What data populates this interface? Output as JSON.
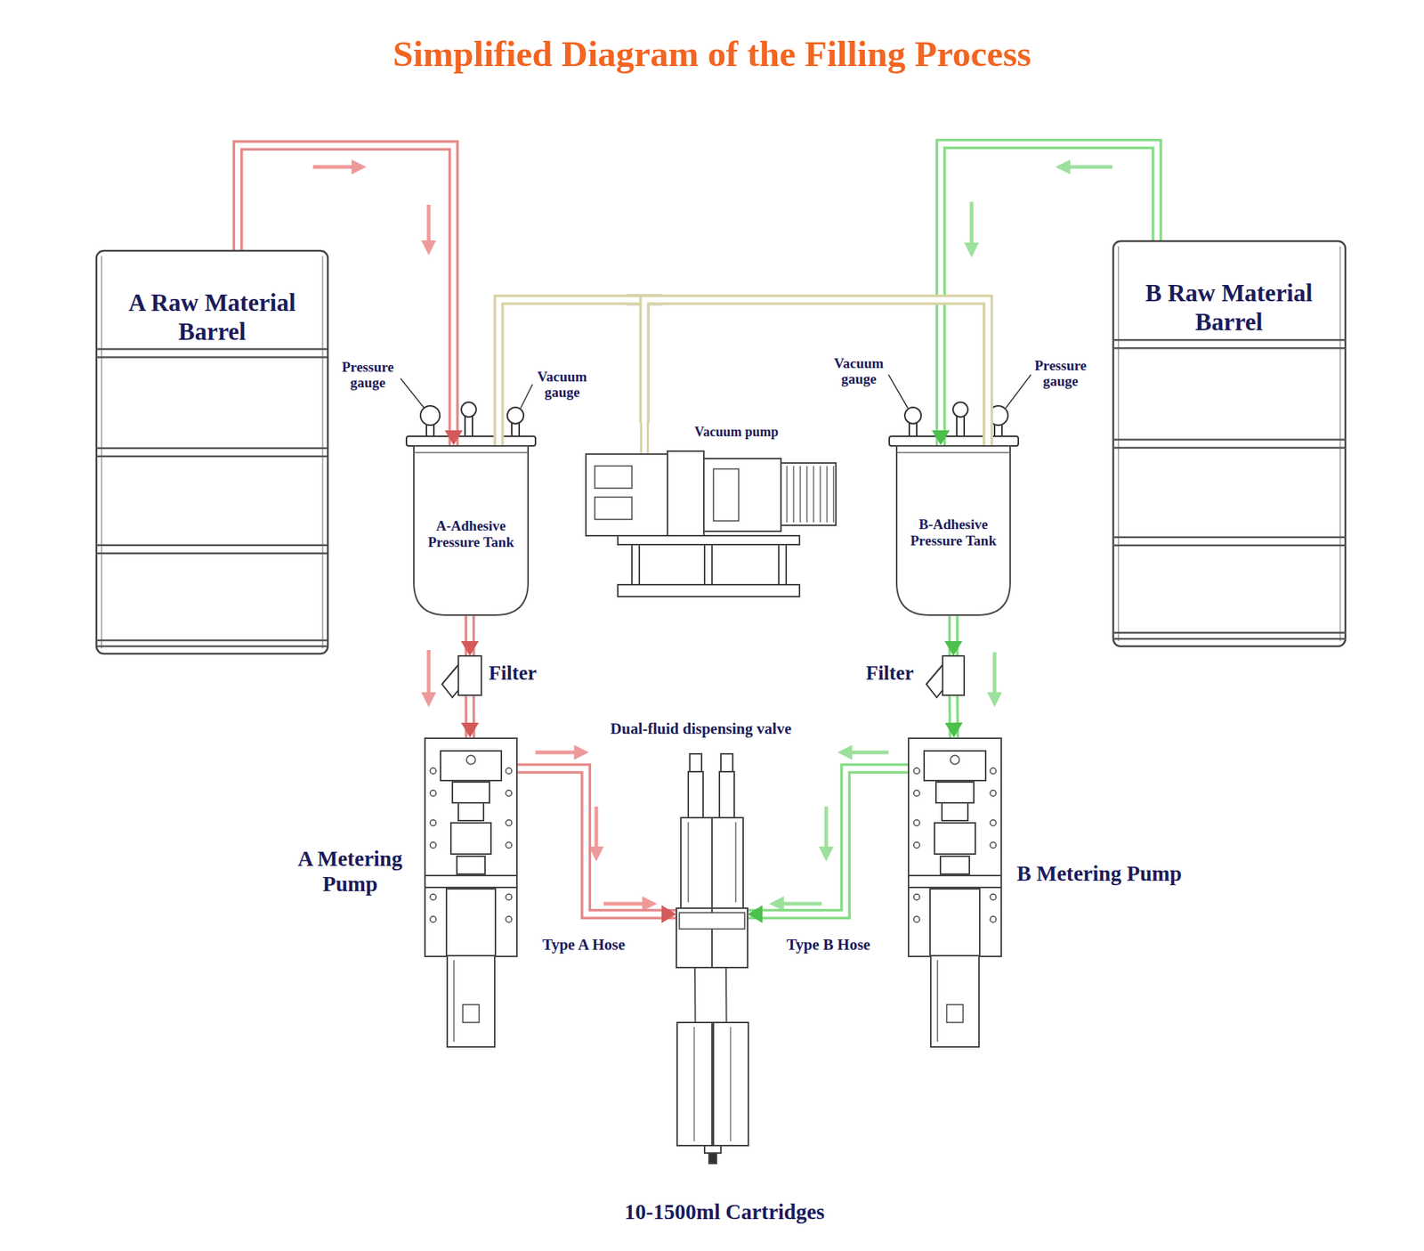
{
  "diagram": {
    "title": "Simplified Diagram of the Filling Process",
    "nodes": [
      {
        "text": [
          "A Raw Material Barrel"
        ]
      },
      {
        "text": [
          "B Raw Material Barrel"
        ]
      },
      {
        "text": [
          "A-Adhesive Pressure Tank"
        ]
      },
      {
        "text": [
          "Vacuum pump"
        ]
      },
      {
        "text": [
          "B-Adhesive Pressure Tank"
        ]
      },
      {
        "text": [
          "Filter"
        ]
      },
      {
        "text": [
          "Filter"
        ]
      },
      {
        "text": [
          "A Metering Pump"
        ]
      },
      {
        "text": [
          "Dual-fluid dispensing valve"
        ]
      },
      {
        "text": [
          "B Metering Pump"
        ]
      },
      {
        "text": [
          "10-1500ml Cartridges"
        ]
      }
    ],
    "edges": [
      {
        "from": 0,
        "to": 2,
        "arrow": "to"
      },
      {
        "from": 2,
        "to": 5,
        "arrow": "to"
      },
      {
        "from": 5,
        "to": 7,
        "arrow": "to"
      },
      {
        "from": 7,
        "to": 8,
        "label": "Type A Hose",
        "arrow": "to"
      },
      {
        "from": 1,
        "to": 4,
        "arrow": "to"
      },
      {
        "from": 4,
        "to": 6,
        "arrow": "to"
      },
      {
        "from": 6,
        "to": 9,
        "arrow": "to"
      },
      {
        "from": 9,
        "to": 8,
        "label": "Type B Hose",
        "arrow": "to"
      },
      {
        "from": 3,
        "to": 2,
        "arrow": "none"
      },
      {
        "from": 3,
        "to": 4,
        "arrow": "none"
      },
      {
        "from": 8,
        "to": 10,
        "arrow": "none"
      }
    ],
    "labels": [
      "Pressure gauge",
      "Vacuum gauge",
      "Vacuum gauge",
      "Pressure gauge"
    ]
  }
}
